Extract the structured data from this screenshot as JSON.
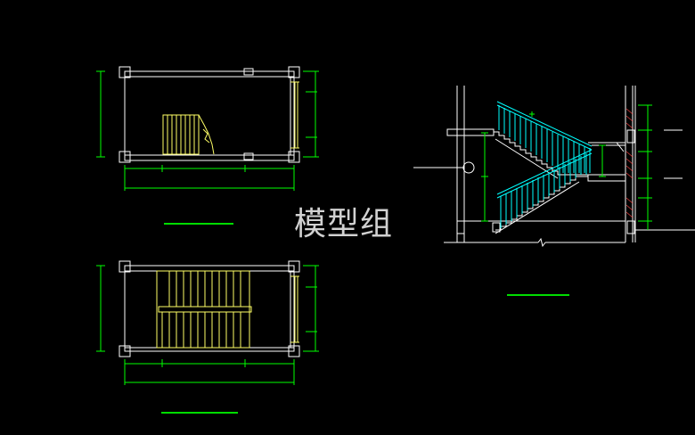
{
  "watermark": "模型组",
  "colors": {
    "background": "#000000",
    "wall": "#ffffff",
    "stair": "#ffff66",
    "dimension": "#00ff00",
    "railing": "#00ffff",
    "title_bar": "#00dd00"
  },
  "drawings": [
    {
      "name": "stair-plan-upper",
      "kind": "plan"
    },
    {
      "name": "stair-plan-lower",
      "kind": "plan"
    },
    {
      "name": "stair-section",
      "kind": "section"
    }
  ]
}
